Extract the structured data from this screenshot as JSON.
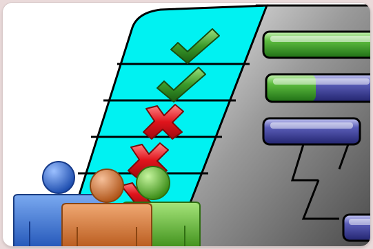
{
  "illustration": {
    "subject": "project-checklist-gantt-team",
    "checklist": {
      "rows": [
        {
          "status": "done",
          "icon": "green-check-icon"
        },
        {
          "status": "done",
          "icon": "green-check-icon"
        },
        {
          "status": "failed",
          "icon": "red-cross-icon"
        },
        {
          "status": "failed",
          "icon": "red-cross-icon"
        },
        {
          "status": "failed",
          "icon": "red-cross-icon"
        }
      ],
      "background_color": "#00f0f0"
    },
    "gantt": {
      "tasks": [
        {
          "progress": 1.0,
          "color": "#3a9a2a"
        },
        {
          "progress": 0.45,
          "color": "#3a9a2a"
        },
        {
          "progress": 0.0,
          "color": "#3a3d9a"
        },
        {
          "progress": 0.0,
          "color": "#3a3d9a"
        }
      ],
      "panel_color": "#8a8a8a"
    },
    "people": [
      {
        "icon": "person-icon",
        "color": "#2a66cc"
      },
      {
        "icon": "person-icon",
        "color": "#c76a28"
      },
      {
        "icon": "person-icon",
        "color": "#55b026"
      }
    ]
  }
}
